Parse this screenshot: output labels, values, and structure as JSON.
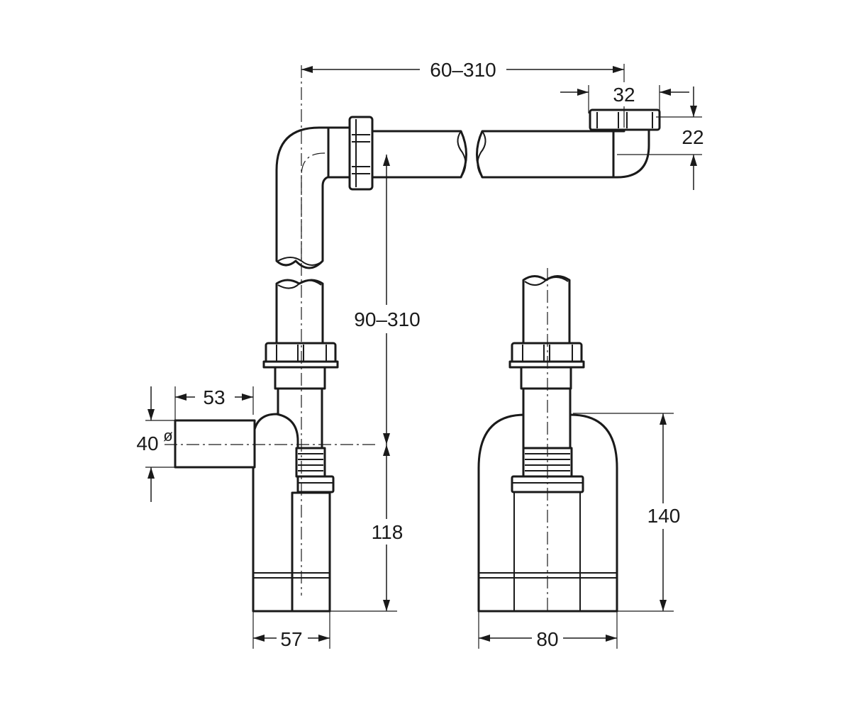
{
  "drawing": {
    "line_color": "#1a1a1a",
    "background": "#ffffff"
  },
  "dimensions": {
    "horizontal_offset": "60–310",
    "outlet_diameter": "32",
    "outlet_height": "22",
    "vertical_extension": "90–310",
    "inlet_length": "53",
    "inlet_diameter": "40",
    "diameter_symbol": "ø",
    "trap_height_side": "118",
    "trap_depth_side": "57",
    "trap_height_front": "140",
    "trap_width_front": "80"
  }
}
